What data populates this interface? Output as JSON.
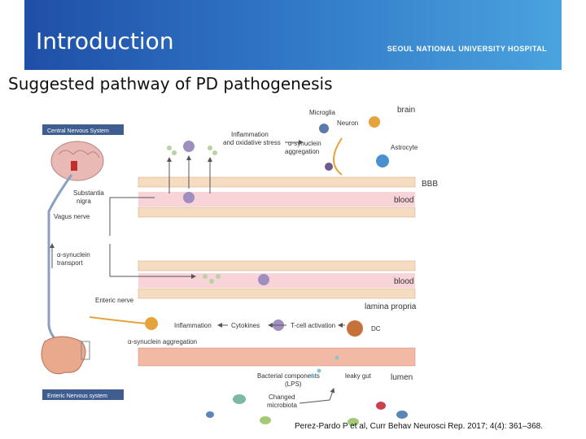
{
  "header": {
    "title": "Introduction",
    "logo_text": "SEOUL NATIONAL UNIVERSITY HOSPITAL"
  },
  "slide": {
    "subtitle": "Suggested pathway of PD pathogenesis",
    "citation": "Perez-Pardo P et al, Curr Behav Neurosci Rep. 2017; 4(4): 361–368."
  },
  "diagram": {
    "cns_box": "Central Nervous System",
    "ens_box": "Enteric Nervous system",
    "substantia": "Substantia",
    "nigra": "nigra",
    "vagus": "Vagus nerve",
    "asyn_transport_1": "α-synuclein",
    "asyn_transport_2": "transport",
    "enteric_nerve": "Enteric nerve",
    "brain": "brain",
    "bbb": "BBB",
    "blood_top": "blood",
    "blood_mid": "blood",
    "lamina": "lamina propria",
    "lumen": "lumen",
    "microglia": "Microglia",
    "neuron": "Neuron",
    "astrocyte": "Astrocyte",
    "inflam_1": "Inflammation",
    "inflam_2": "and oxidative stress",
    "asyn_agg_top_1": "α-synuclein",
    "asyn_agg_top_2": "aggregation",
    "inflammation": "Inflammation",
    "cytokines": "Cytokines",
    "tcell": "T-cell activation",
    "dc": "DC",
    "asyn_agg_bottom": "α-synuclein aggregation",
    "bact_1": "Bacterial components",
    "bact_2": "(LPS)",
    "leaky": "leaky gut",
    "changed_1": "Changed",
    "changed_2": "microbiota"
  },
  "colors": {
    "banner_dark": "#1e4fa6",
    "banner_light": "#4aa3df",
    "cns_box": "#3f5e8f",
    "tissue": "#f5dcc0",
    "blood_band": "#f8d3d8"
  }
}
